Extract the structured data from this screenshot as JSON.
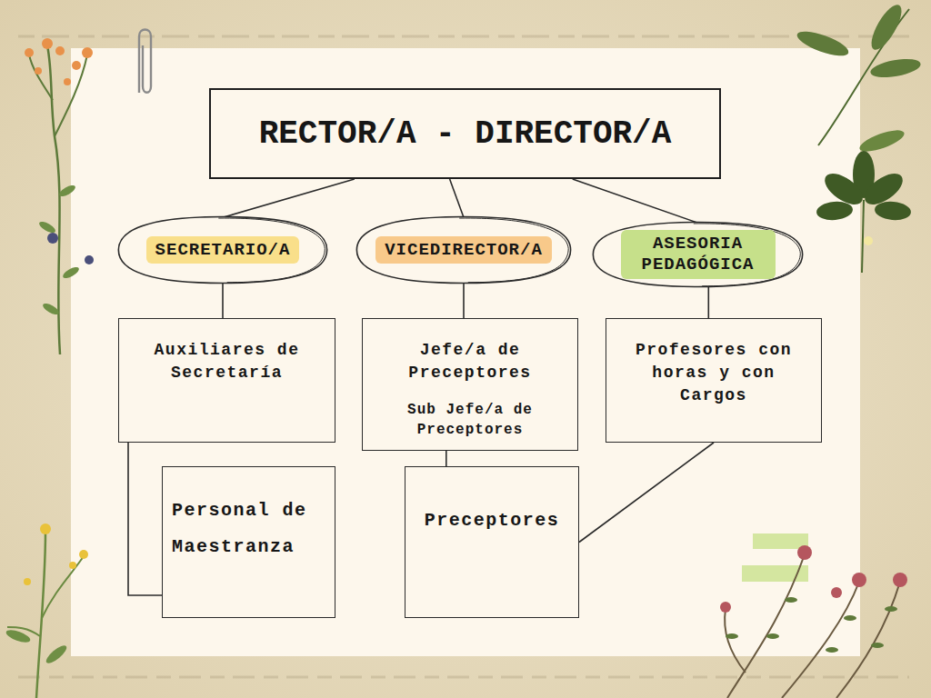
{
  "diagram": {
    "nodes": [
      {
        "text": [
          "RECTOR/A - DIRECTOR/A"
        ]
      },
      {
        "text": [
          "SECRETARIO/A"
        ]
      },
      {
        "text": [
          "VICEDIRECTOR/A"
        ]
      },
      {
        "text": [
          "ASESORIA PEDAGÓGICA"
        ]
      },
      {
        "text": [
          "Auxiliares de Secretaría"
        ]
      },
      {
        "text": [
          "Jefe/a de Preceptores",
          "Sub Jefe/a de Preceptores"
        ]
      },
      {
        "text": [
          "Profesores con horas y con Cargos"
        ]
      },
      {
        "text": [
          "Personal de Maestranza"
        ]
      },
      {
        "text": [
          "Preceptores"
        ]
      }
    ],
    "edges": [
      {
        "from": 0,
        "to": 1,
        "arrow": "none"
      },
      {
        "from": 0,
        "to": 2,
        "arrow": "none"
      },
      {
        "from": 0,
        "to": 3,
        "arrow": "none"
      },
      {
        "from": 1,
        "to": 4,
        "arrow": "none"
      },
      {
        "from": 2,
        "to": 5,
        "arrow": "none"
      },
      {
        "from": 3,
        "to": 6,
        "arrow": "none"
      },
      {
        "from": 4,
        "to": 7,
        "arrow": "none"
      },
      {
        "from": 5,
        "to": 8,
        "arrow": "none"
      },
      {
        "from": 6,
        "to": 8,
        "arrow": "none"
      }
    ]
  }
}
